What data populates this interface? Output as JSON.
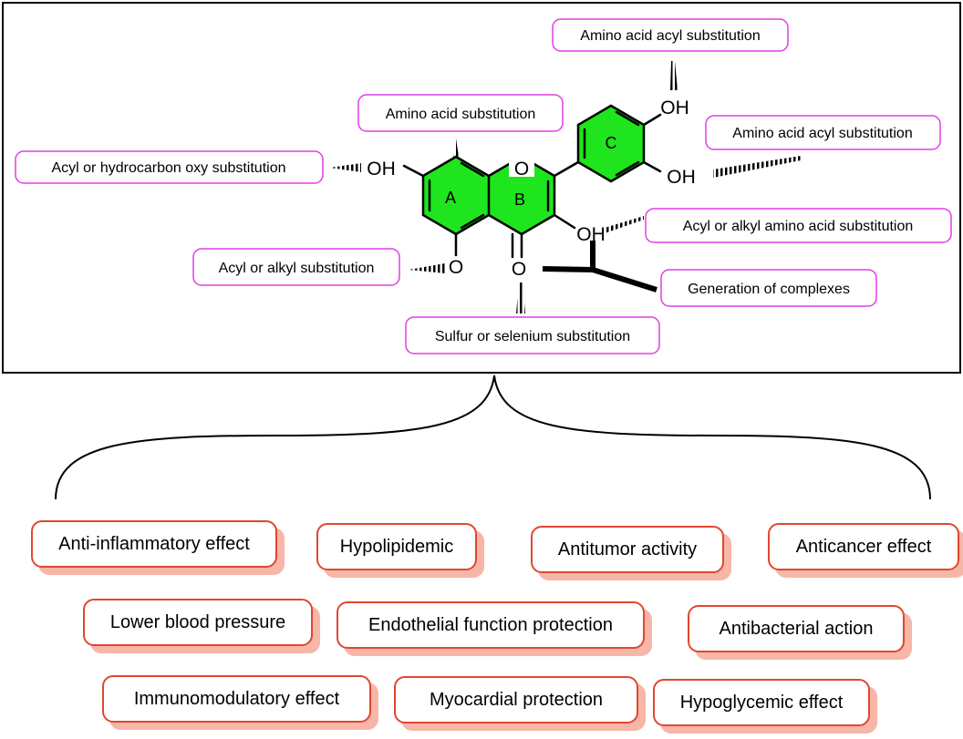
{
  "structure": {
    "atoms": {
      "oh_a7": "OH",
      "o_ring": "O",
      "oh_c4p": "OH",
      "oh_c3p": "OH",
      "oh_c3": "OH",
      "o_c5": "O",
      "o_c4": "O"
    },
    "rings": {
      "a": "A",
      "b": "B",
      "c": "C"
    },
    "colors": {
      "ring_fill": "#1ee51e",
      "label_border": "#e13ee6",
      "effect_border": "#e2462e",
      "effect_shadow": "#f6b6a8"
    }
  },
  "substitutions": [
    {
      "id": "top-right",
      "label": "Amino acid acyl substitution"
    },
    {
      "id": "top-center",
      "label": "Amino acid substitution"
    },
    {
      "id": "right-upper",
      "label": "Amino acid acyl substitution"
    },
    {
      "id": "left-upper",
      "label": "Acyl or hydrocarbon oxy substitution"
    },
    {
      "id": "right-middle",
      "label": "Acyl or alkyl amino acid substitution"
    },
    {
      "id": "left-lower",
      "label": "Acyl or alkyl substitution"
    },
    {
      "id": "right-lower",
      "label": "Generation of complexes"
    },
    {
      "id": "bottom-center",
      "label": "Sulfur or selenium substitution"
    }
  ],
  "effects": [
    "Anti-inflammatory effect",
    "Hypolipidemic",
    "Antitumor activity",
    "Anticancer effect",
    "Lower blood pressure",
    "Endothelial function protection",
    "Antibacterial action",
    "Immunomodulatory effect",
    "Myocardial protection",
    "Hypoglycemic effect"
  ]
}
